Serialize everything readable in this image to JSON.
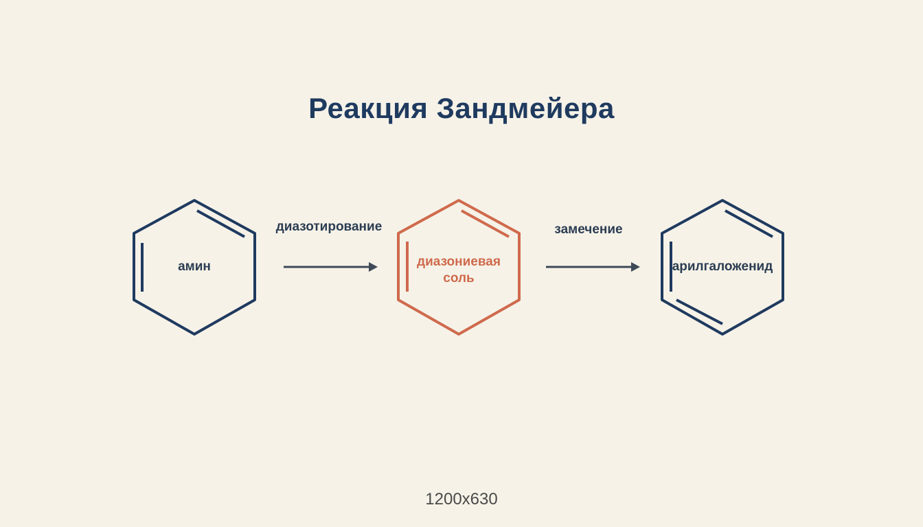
{
  "title": "Реакция Зандмейера",
  "colors": {
    "background": "#f6f2e8",
    "navy": "#1f3a5f",
    "highlight": "#cf6a4c",
    "arrow": "#3e4a57"
  },
  "nodes": [
    {
      "label": "амин",
      "color": "#1f3a5f"
    },
    {
      "label": "диазониевая соль",
      "color": "#cf6a4c"
    },
    {
      "label": "арилгаложенид",
      "color": "#1f3a5f"
    }
  ],
  "steps": [
    {
      "label": "диазотирование"
    },
    {
      "label": "замечение"
    }
  ],
  "footer": "1200x630"
}
